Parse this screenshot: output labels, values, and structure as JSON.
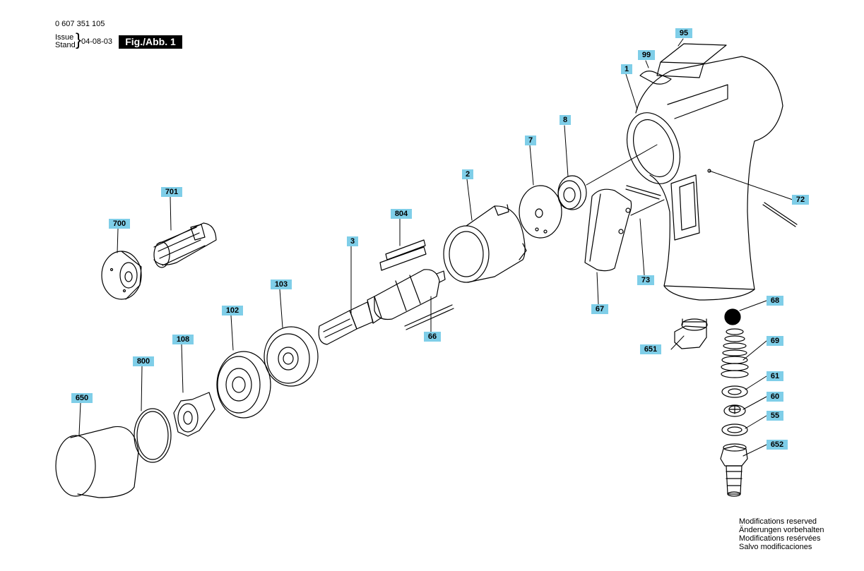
{
  "header": {
    "part_number": "0 607 351 105",
    "issue_label": "Issue",
    "stand_label": "Stand",
    "brace": "}",
    "date": "04-08-03",
    "figure": "Fig./Abb. 1"
  },
  "callouts": [
    "95",
    "99",
    "1",
    "8",
    "7",
    "2",
    "804",
    "701",
    "700",
    "3",
    "103",
    "102",
    "108",
    "800",
    "650",
    "66",
    "67",
    "73",
    "72",
    "68",
    "651",
    "69",
    "61",
    "60",
    "55",
    "652"
  ],
  "footer": {
    "lines": [
      "Modifications reserved",
      "Änderungen vorbehalten",
      "Modifications resérvées",
      "Salvo modificaciones"
    ]
  },
  "colors": {
    "label_bg": "#7fcee8",
    "fig_bg": "#000000"
  }
}
